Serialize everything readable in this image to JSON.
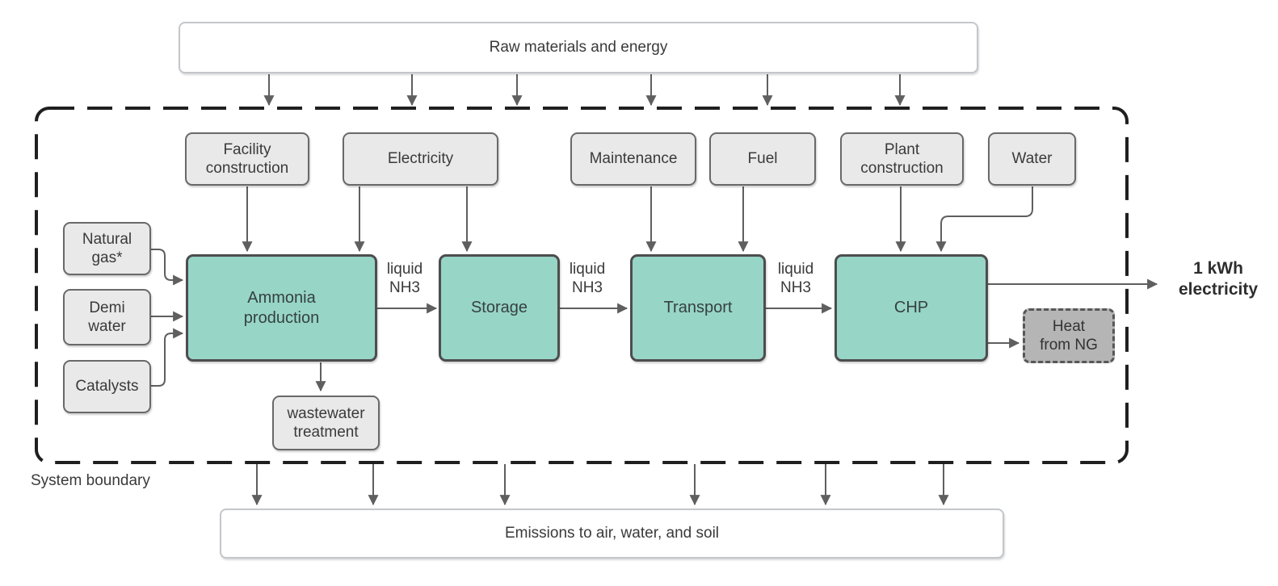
{
  "external": {
    "top": "Raw materials and energy",
    "bottom": "Emissions to air, water, and soil"
  },
  "boundary_label": "System boundary",
  "top_inputs": [
    {
      "label": "Facility construction"
    },
    {
      "label": "Electricity"
    },
    {
      "label": "Maintenance"
    },
    {
      "label": "Fuel"
    },
    {
      "label": "Plant construction"
    },
    {
      "label": "Water"
    }
  ],
  "left_inputs": [
    {
      "label": "Natural gas*"
    },
    {
      "label": "Demi water"
    },
    {
      "label": "Catalysts"
    }
  ],
  "processes": [
    {
      "label": "Ammonia production"
    },
    {
      "label": "Storage"
    },
    {
      "label": "Transport"
    },
    {
      "label": "CHP"
    }
  ],
  "flow_labels": [
    {
      "label": "liquid NH3"
    },
    {
      "label": "liquid NH3"
    },
    {
      "label": "liquid NH3"
    }
  ],
  "wastewater": {
    "label": "wastewater treatment"
  },
  "heat_byproduct": {
    "label": "Heat from NG"
  },
  "output": {
    "label": "1 kWh electricity"
  },
  "colors": {
    "process_fill": "#97d5c7",
    "process_border": "#4d4d4d",
    "input_fill": "#e9e9e9",
    "input_border": "#696969",
    "byproduct_fill": "#b5b5b5",
    "external_border": "#c3c7cb",
    "arrow": "#5f5f5f",
    "boundary": "#1f1f1f",
    "text": "#3a3a3a"
  }
}
